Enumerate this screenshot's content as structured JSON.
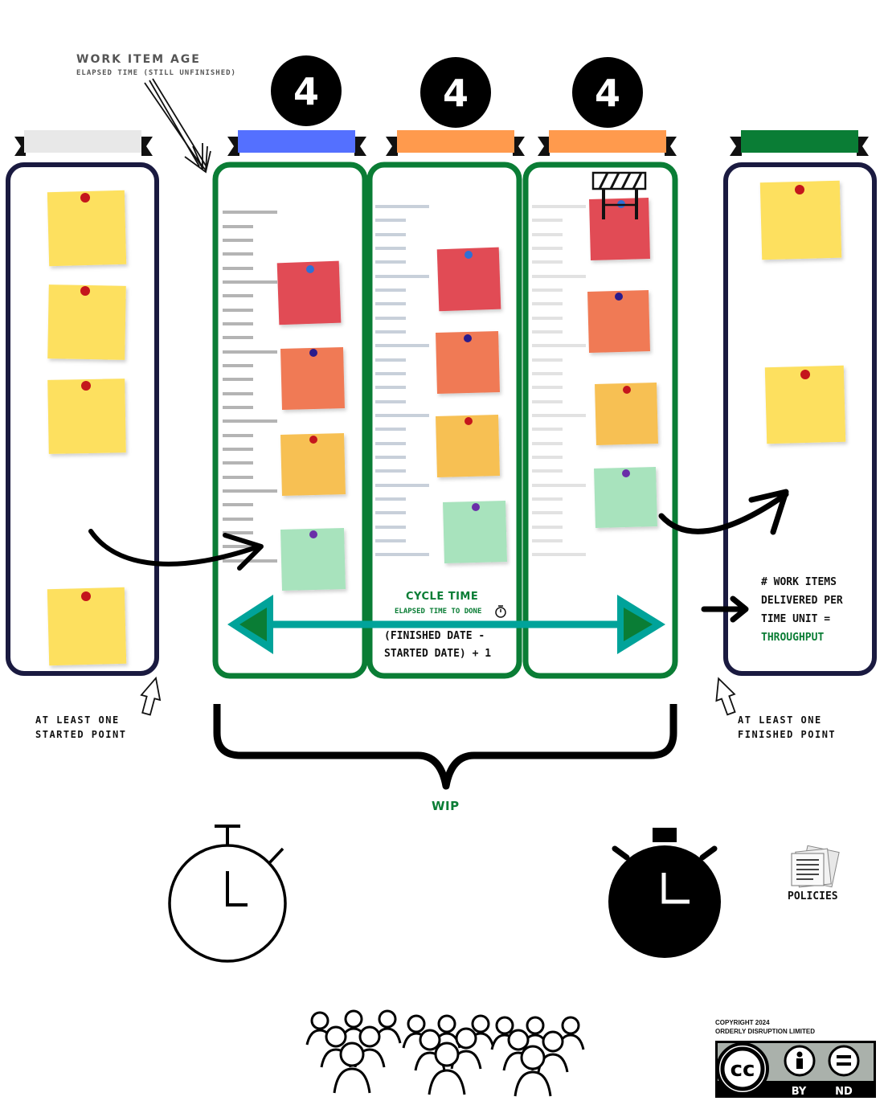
{
  "wip_limits": [
    "4",
    "4",
    "4"
  ],
  "annotations": {
    "work_item_age_title": "WORK ITEM AGE",
    "work_item_age_sub": "ELAPSED TIME (STILL UNFINISHED)",
    "cycle_time_title": "CYCLE TIME",
    "cycle_time_sub": "ELAPSED TIME TO DONE",
    "cycle_formula_line1": "(FINISHED DATE -",
    "cycle_formula_line2": "STARTED DATE) + 1",
    "started_point_line1": "AT LEAST ONE",
    "started_point_line2": "STARTED POINT",
    "finished_point_line1": "AT LEAST ONE",
    "finished_point_line2": "FINISHED POINT",
    "throughput_line1": "# WORK ITEMS",
    "throughput_line2": "DELIVERED PER",
    "throughput_line3": "TIME UNIT =",
    "throughput_line4": "THROUGHPUT",
    "wip": "WIP",
    "policies": "POLICIES"
  },
  "copyright": {
    "line1": "COPYRIGHT 2024",
    "line2": "ORDERLY DISRUPTION LIMITED"
  },
  "license_badge": {
    "by": "BY",
    "nd": "ND",
    "cc": "cc"
  },
  "colors": {
    "backlog_frame": "#1a1a40",
    "inprogress_frame": "#0a7d35",
    "col1_tab": "#5470ff",
    "col2_tab": "#ff9a4d",
    "col3_tab": "#ff9a4d",
    "backlog_tab": "#e8e8e8",
    "done_tab": "#0a7d35",
    "cycle_arrow": "#00a39a",
    "note_yellow": "#fde05e",
    "note_red": "#e14b55",
    "note_coral": "#f07a55",
    "note_amber": "#f7c052",
    "note_mint": "#a8e3bd",
    "accent_green_text": "#0a7d35"
  }
}
